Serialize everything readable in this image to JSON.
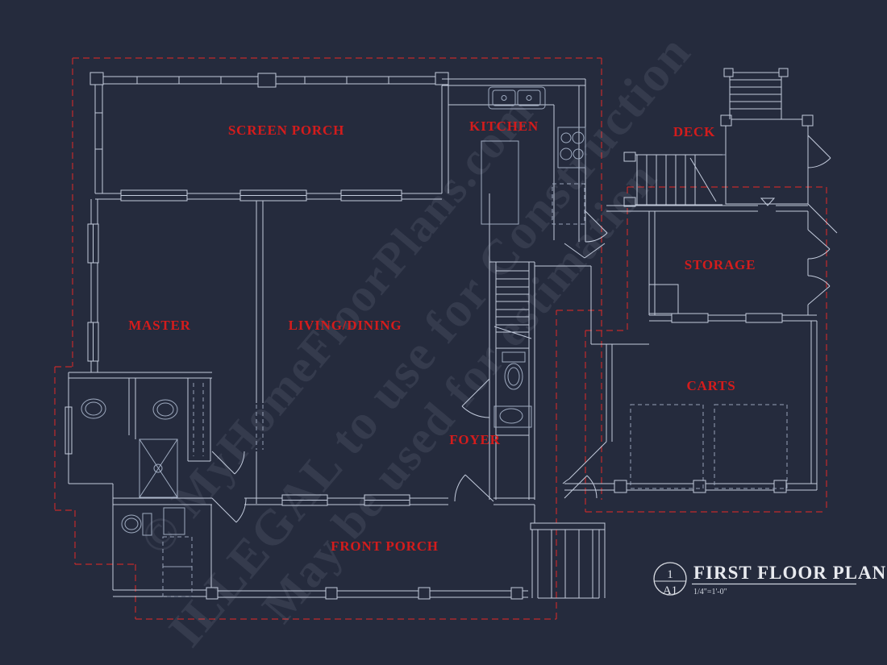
{
  "plan": {
    "rooms": {
      "screen_porch": "SCREEN PORCH",
      "kitchen": "KITCHEN",
      "deck": "DECK",
      "storage": "STORAGE",
      "master": "MASTER",
      "living_dining": "LIVING/DINING",
      "carts": "CARTS",
      "foyer": "FOYER",
      "front_porch": "FRONT PORCH"
    },
    "watermark": {
      "line1": "© MyHomeFloorPlans.com",
      "line2": "ILLEGAL to use for Construction",
      "line3": "May be used for estimation"
    },
    "title_block": {
      "detail_number": "1",
      "sheet_number": "A1",
      "title": "FIRST FLOOR PLAN",
      "scale": "1/4\"=1'-0\""
    },
    "colors": {
      "background": "#252b3d",
      "wall_line": "#c3cbdc",
      "fixture_line": "#9fabc0",
      "label_red": "#d41c1c",
      "roof_dash_red": "#c22b2b",
      "title_text": "#e8eaef"
    }
  }
}
